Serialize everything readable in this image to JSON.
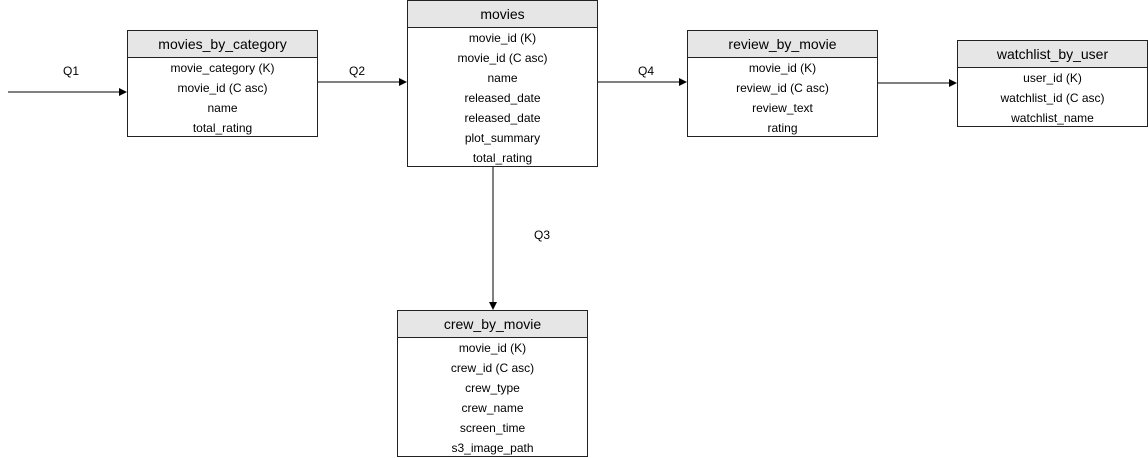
{
  "tables": {
    "category": {
      "title": "movies_by_category",
      "fields": [
        "movie_category (K)",
        "movie_id (C asc)",
        "name",
        "total_rating"
      ]
    },
    "movies": {
      "title": "movies",
      "fields": [
        "movie_id (K)",
        "movie_id (C asc)",
        "name",
        "released_date",
        "released_date",
        "plot_summary",
        "total_rating"
      ]
    },
    "review": {
      "title": "review_by_movie",
      "fields": [
        "movie_id (K)",
        "review_id (C asc)",
        "review_text",
        "rating"
      ]
    },
    "watchlist": {
      "title": "watchlist_by_user",
      "fields": [
        "user_id (K)",
        "watchlist_id (C asc)",
        "watchlist_name"
      ]
    },
    "crew": {
      "title": "crew_by_movie",
      "fields": [
        "movie_id (K)",
        "crew_id (C asc)",
        "crew_type",
        "crew_name",
        "screen_time",
        "s3_image_path"
      ]
    }
  },
  "edges": {
    "q1": "Q1",
    "q2": "Q2",
    "q3": "Q3",
    "q4": "Q4"
  }
}
